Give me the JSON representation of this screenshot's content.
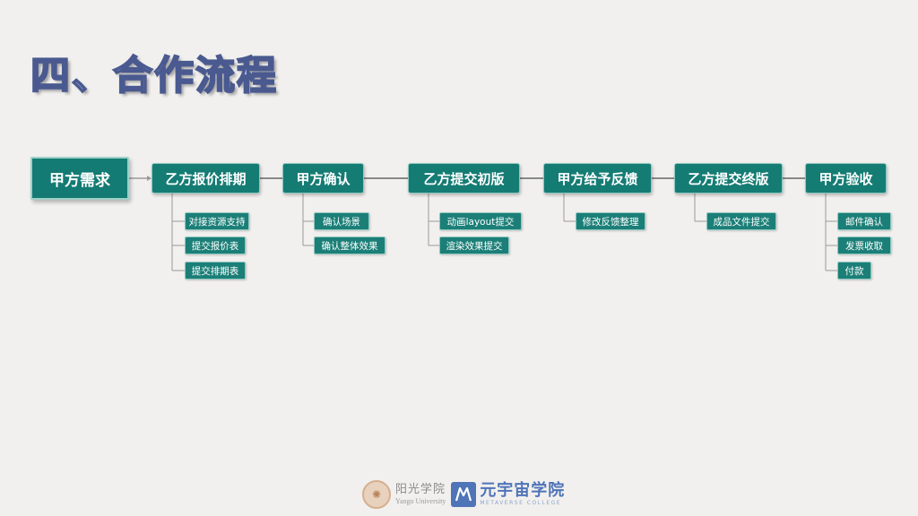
{
  "title": "四、合作流程",
  "flow": {
    "start": "甲方需求",
    "steps": [
      {
        "label": "乙方报价排期",
        "subs": [
          "对接资源支持",
          "提交报价表",
          "提交排期表"
        ]
      },
      {
        "label": "甲方确认",
        "subs": [
          "确认场景",
          "确认整体效果"
        ]
      },
      {
        "label": "乙方提交初版",
        "subs": [
          "动画layout提交",
          "渲染效果提交"
        ]
      },
      {
        "label": "甲方给予反馈",
        "subs": [
          "修改反馈整理"
        ]
      },
      {
        "label": "乙方提交终版",
        "subs": [
          "成品文件提交"
        ]
      },
      {
        "label": "甲方验收",
        "subs": [
          "邮件确认",
          "发票收取",
          "付款"
        ]
      }
    ]
  },
  "footer": {
    "university_cn": "阳光学院",
    "university_en": "Yango University",
    "college_cn": "元宇宙学院",
    "college_en": "METAVERSE COLLEGE"
  },
  "colors": {
    "node": "#157c74",
    "title_fill": "#b7c4ea",
    "title_stroke": "#4a5a90",
    "brand": "#4f74b8"
  }
}
